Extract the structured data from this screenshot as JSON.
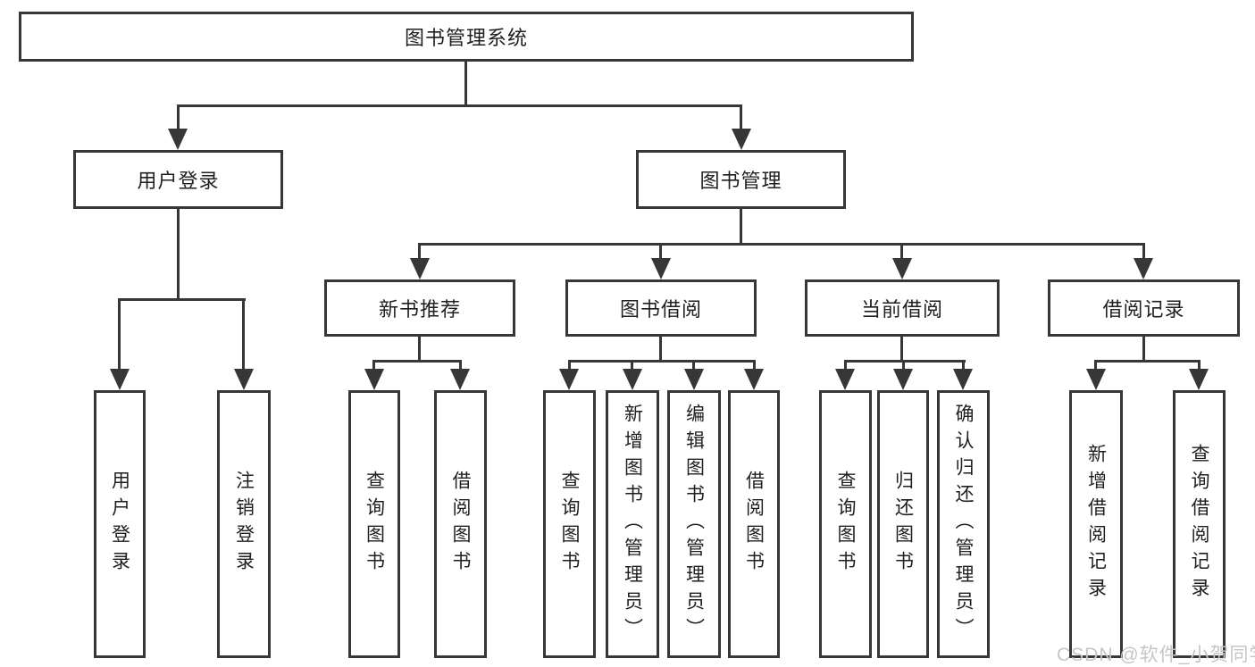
{
  "diagram": {
    "root": {
      "label": "图书管理系统"
    },
    "userLogin": {
      "label": "用户登录",
      "children": [
        "用户登录",
        "注销登录"
      ]
    },
    "bookMgmt": {
      "label": "图书管理",
      "newBooks": {
        "label": "新书推荐",
        "children": [
          "查询图书",
          "借阅图书"
        ]
      },
      "borrowing": {
        "label": "图书借阅",
        "children": [
          "查询图书",
          "新增图书（管理员）",
          "编辑图书（管理员）",
          "借阅图书"
        ]
      },
      "current": {
        "label": "当前借阅",
        "children": [
          "查询图书",
          "归还图书",
          "确认归还（管理员）"
        ]
      },
      "records": {
        "label": "借阅记录",
        "children": [
          "新增借阅记录",
          "查询借阅记录"
        ]
      }
    }
  },
  "watermark": {
    "text": "CSDN @软件_小贺同学"
  },
  "colors": {
    "line": "#373737",
    "text": "#1f1f1f",
    "watermark": "#c6c6c6",
    "bg": "#ffffff"
  }
}
